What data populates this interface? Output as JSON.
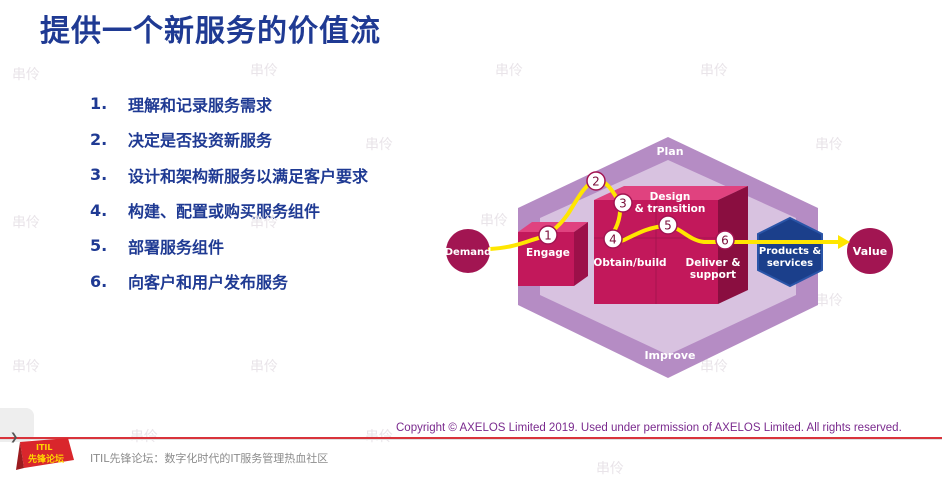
{
  "title": "提供一个新服务的价值流",
  "steps": [
    {
      "num": "1.",
      "text": "理解和记录服务需求"
    },
    {
      "num": "2.",
      "text": "决定是否投资新服务"
    },
    {
      "num": "3.",
      "text": "设计和架构新服务以满足客户要求"
    },
    {
      "num": "4.",
      "text": "构建、配置或购买服务组件"
    },
    {
      "num": "5.",
      "text": "部署服务组件"
    },
    {
      "num": "6.",
      "text": "向客户和用户发布服务"
    }
  ],
  "diagram": {
    "plan": "Plan",
    "improve": "Improve",
    "demand": "Demand",
    "value": "Value",
    "engage": "Engage",
    "design_line1": "Design",
    "design_line2": "& transition",
    "obtain": "Obtain/build",
    "deliver_line1": "Deliver &",
    "deliver_line2": "support",
    "products_line1": "Products &",
    "products_line2": "services",
    "markers": [
      "1",
      "2",
      "3",
      "4",
      "5",
      "6"
    ],
    "colors": {
      "hex_outer": "#b58cc4",
      "hex_inner": "#d8c2e0",
      "crimson": "#c2185b",
      "crimson_dark": "#9c1049",
      "crimson_deep": "#7a0d3a",
      "navy": "#1b3f8b",
      "path": "#ffe600"
    }
  },
  "watermark": "串伶",
  "copyright": "Copyright © AXELOS Limited 2019. Used under permission of AXELOS Limited. All rights reserved.",
  "footer": {
    "logo_top": "ITIL",
    "logo_bottom": "先锋论坛",
    "text": "ITIL先锋论坛：数字化时代的IT服务管理热血社区"
  }
}
